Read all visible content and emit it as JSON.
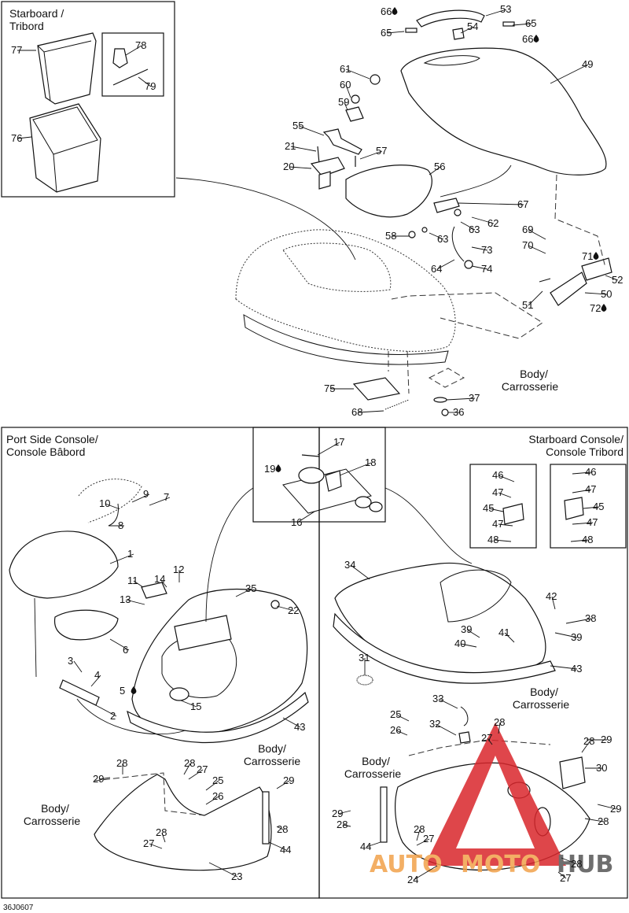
{
  "diagram": {
    "footer_code": "36J0607",
    "sections": {
      "starboard_top": [
        "Starboard /",
        "Tribord"
      ],
      "port_console": [
        "Port Side Console/",
        "Console Bâbord"
      ],
      "starboard_console": [
        "Starboard Console/",
        "Console Tribord"
      ]
    },
    "body_label": [
      "Body/",
      "Carrosserie"
    ],
    "watermark": {
      "auto": "AUTO",
      "moto": "MOTO",
      "hub": "HUB",
      "colors": {
        "red": "#d9262b",
        "orange": "#f2a24b",
        "grey": "#555555"
      }
    },
    "parts": [
      "77",
      "78",
      "79",
      "76",
      "66",
      "65",
      "53",
      "54",
      "65",
      "66",
      "49",
      "61",
      "60",
      "59",
      "55",
      "21",
      "20",
      "57",
      "56",
      "67",
      "62",
      "63",
      "58",
      "63",
      "73",
      "64",
      "74",
      "69",
      "70",
      "71",
      "52",
      "51",
      "50",
      "72",
      "75",
      "68",
      "37",
      "36",
      "17",
      "18",
      "19",
      "16",
      "9",
      "7",
      "10",
      "8",
      "1",
      "11",
      "14",
      "12",
      "13",
      "35",
      "22",
      "6",
      "3",
      "4",
      "5",
      "2",
      "15",
      "43",
      "28",
      "29",
      "28",
      "27",
      "25",
      "26",
      "28",
      "27",
      "23",
      "29",
      "28",
      "44",
      "46",
      "47",
      "45",
      "47",
      "48",
      "46",
      "47",
      "45",
      "47",
      "48",
      "34",
      "42",
      "38",
      "39",
      "39",
      "40",
      "41",
      "43",
      "31",
      "33",
      "25",
      "26",
      "32",
      "28",
      "27",
      "28",
      "29",
      "30",
      "29",
      "28",
      "29",
      "28",
      "44",
      "28",
      "27",
      "24",
      "28",
      "27"
    ]
  }
}
